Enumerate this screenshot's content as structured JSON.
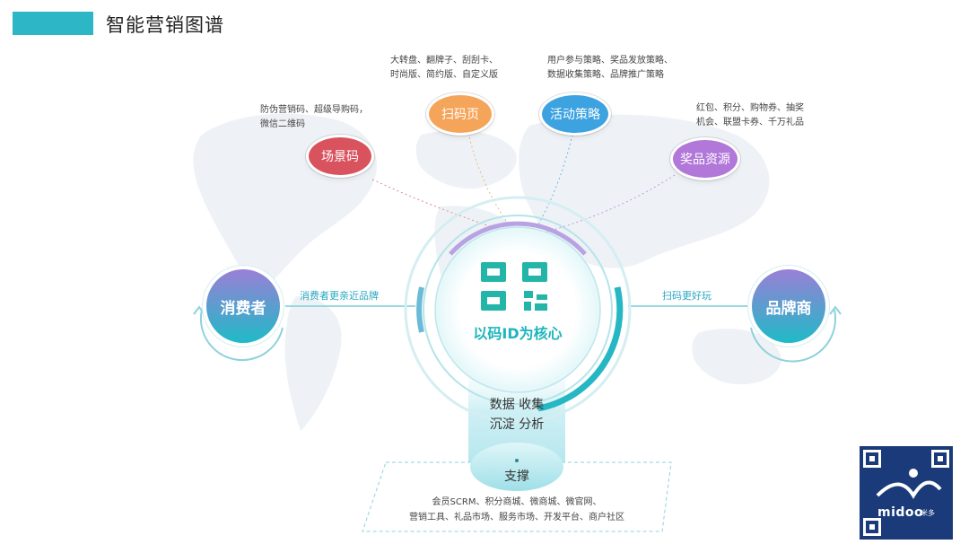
{
  "title": "智能营销图谱",
  "center": {
    "label": "以码ID为核心"
  },
  "top_nodes": [
    {
      "id": "scene-code",
      "label": "场景码",
      "color": "#d9535f",
      "desc": [
        "防伪营销码、超级导购码，",
        "微信二维码"
      ]
    },
    {
      "id": "scan-page",
      "label": "扫码页",
      "color": "#f5a55a",
      "desc": [
        "大转盘、翻牌子、刮刮卡、",
        "时尚版、简约版、自定义版"
      ]
    },
    {
      "id": "campaign-strategy",
      "label": "活动策略",
      "color": "#3da2e0",
      "desc": [
        "用户参与策略、奖品发放策略、",
        "数据收集策略、品牌推广策略"
      ]
    },
    {
      "id": "prize-resources",
      "label": "奖品资源",
      "color": "#b177d9",
      "desc": [
        "红包、积分、购物券、抽奖",
        "机会、联盟卡券、千万礼品"
      ]
    }
  ],
  "left_node": {
    "label": "消费者",
    "edge_label": "消费者更亲近品牌"
  },
  "right_node": {
    "label": "品牌商",
    "edge_label": "扫码更好玩"
  },
  "pillar": {
    "lines": [
      "数据 收集",
      "沉淀 分析"
    ]
  },
  "support": {
    "label": "支撑",
    "desc": [
      "会员SCRM、积分商城、微商城、微官网、",
      "营销工具、礼品市场、服务市场、开发平台、商户社区"
    ]
  },
  "logo": {
    "text": "midoo",
    "sub": "米多"
  },
  "colors": {
    "teal": "#2cb6c6",
    "purple": "#9b7fd4",
    "cyan": "#20bcc8"
  }
}
